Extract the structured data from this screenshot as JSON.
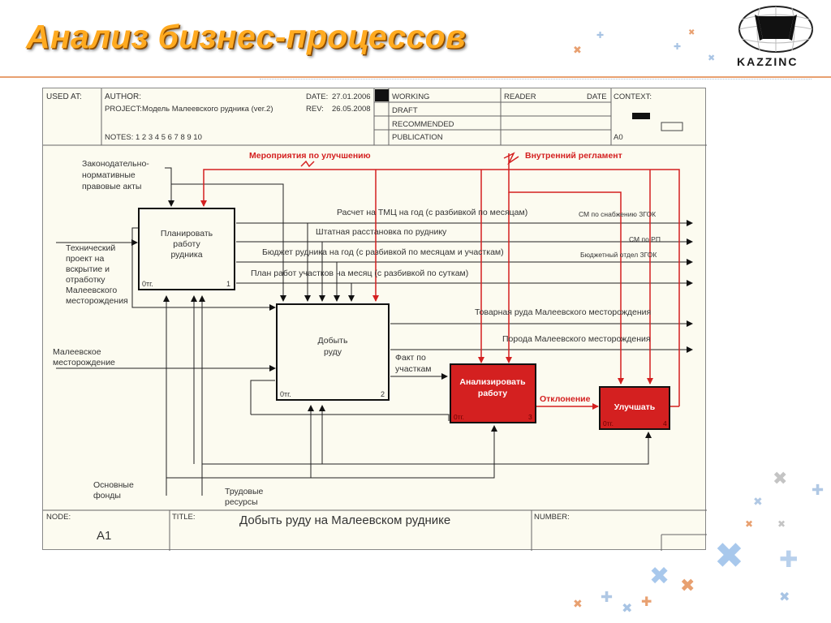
{
  "slide": {
    "title": "Анализ бизнес-процессов",
    "logo_text": "KAZZINC"
  },
  "frame_header": {
    "used_at": "USED AT:",
    "author": "AUTHOR:",
    "project_label": "PROJECT:",
    "project": "Модель Малеевского рудника (ver.2)",
    "date_label": "DATE:",
    "date": "27.01.2006",
    "rev_label": "REV:",
    "rev": "26.05.2008",
    "notes": "NOTES:  1  2  3  4  5  6  7  8  9  10",
    "working": "WORKING",
    "draft": "DRAFT",
    "recommended": "RECOMMENDED",
    "publication": "PUBLICATION",
    "reader": "READER",
    "reader_date": "DATE",
    "context": "CONTEXT:",
    "context_node": "A0"
  },
  "frame_footer": {
    "node_label": "NODE:",
    "node": "A1",
    "title_label": "TITLE:",
    "title": "Добыть руду на Малеевском руднике",
    "number_label": "NUMBER:"
  },
  "boxes": [
    {
      "label": [
        "Планировать",
        "работу",
        "рудника"
      ],
      "cost": "0тг.",
      "number": "1"
    },
    {
      "label": [
        "Добыть",
        "руду"
      ],
      "cost": "0тг.",
      "number": "2"
    },
    {
      "label": [
        "Анализировать",
        "работу"
      ],
      "cost": "0тг.",
      "number": "3"
    },
    {
      "label": [
        "Улучшать"
      ],
      "cost": "0тг.",
      "number": "4"
    }
  ],
  "arrow_labels": {
    "legal_acts": [
      "Законодательно-",
      "нормативные",
      "правовые акты"
    ],
    "improvement_measures": "Мероприятия по улучшению",
    "internal_regulation": "Внутренний регламент",
    "tech_project": [
      "Технический",
      "проект на",
      "вскрытие и",
      "отработку",
      "Малеевского",
      "месторождения"
    ],
    "deposit": [
      "Малеевское",
      "месторождение"
    ],
    "fixed_assets": [
      "Основные",
      "фонды"
    ],
    "labor": [
      "Трудовые",
      "ресурсы"
    ],
    "tmc_calc": "Расчет на ТМЦ на год (с разбивкой по месяцам)",
    "staffing": "Штатная расстановка по руднику",
    "budget": "Бюджет рудника на год (с разбивкой по месяцам и участкам)",
    "site_plan": "План работ участков на месяц (с разбивкой по суткам)",
    "sm_supply": "СМ по снабжению ЗГОК",
    "sm_rp": "СМ по РП",
    "budget_dept": "Бюджетный отдел ЗГОК",
    "commodity_ore": "Товарная руда Малеевского месторождения",
    "waste_rock": "Порода Малеевского месторождения",
    "actual_by_sites": [
      "Факт по",
      "участкам"
    ],
    "deviation": "Отклонение"
  },
  "colors": {
    "title_orange": "#ffaa20",
    "activity_red": "#d42020",
    "control_red": "#d42020",
    "frame_background": "#fcfbf0"
  }
}
